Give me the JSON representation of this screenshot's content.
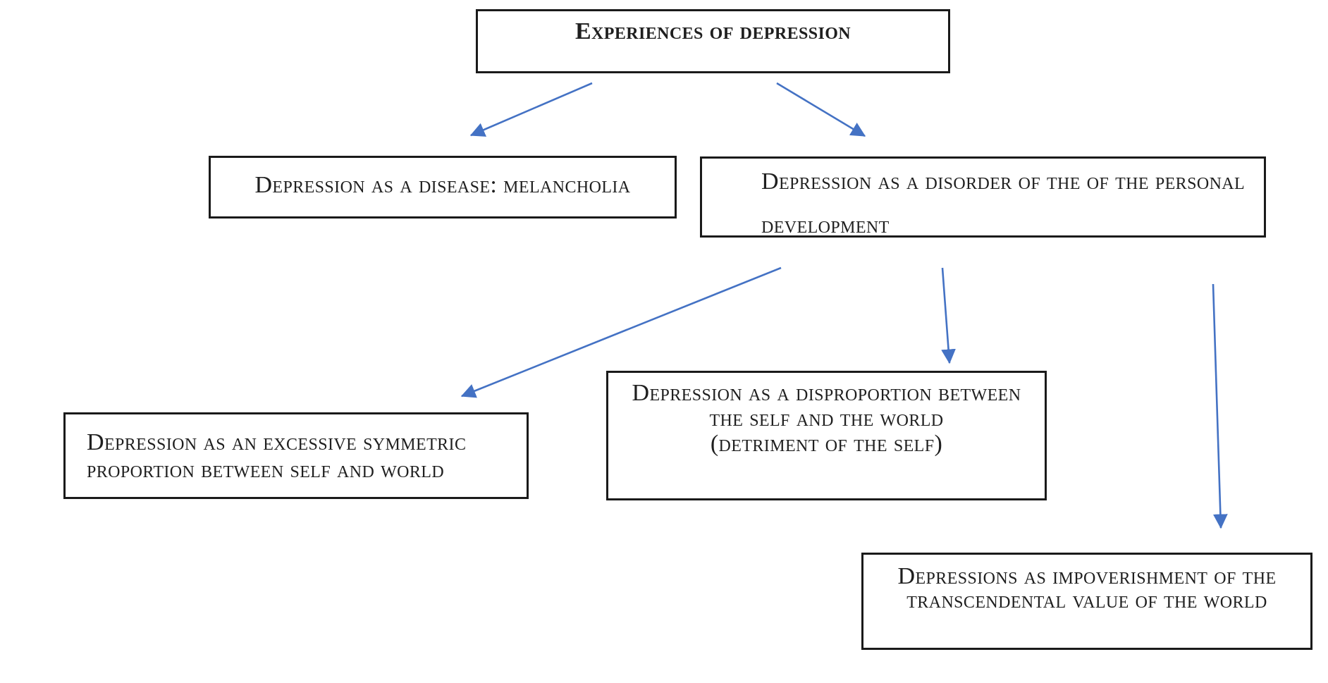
{
  "page": {
    "background": "#ffffff",
    "kind": "flow-diagram"
  },
  "colors": {
    "arrow_blue": "#4472C4",
    "box_border": "#1a1a1a",
    "text": "#1f1f1f",
    "background": "#ffffff"
  },
  "nodes": [
    {
      "id": "experiences",
      "lines": [
        "Experiences of depression"
      ]
    },
    {
      "id": "disease",
      "lines": [
        "Depression as a disease: melancholia"
      ]
    },
    {
      "id": "disorder",
      "lines": [
        "Depression as a disorder of the of the personal",
        "development"
      ]
    },
    {
      "id": "excessive",
      "lines": [
        "Depression as an excessive symmetric",
        "proportion between self and world"
      ]
    },
    {
      "id": "disproportion",
      "lines": [
        "Depression as a disproportion between",
        "the self and the world",
        "(detriment of the self)"
      ]
    },
    {
      "id": "impoverishment",
      "lines": [
        "Depressions as impoverishment of the",
        "transcendental value of the world"
      ]
    }
  ],
  "edges": [
    {
      "id": "experiences-to-disease",
      "from": "experiences",
      "to": "disease"
    },
    {
      "id": "experiences-to-disorder",
      "from": "experiences",
      "to": "disorder"
    },
    {
      "id": "disorder-to-excessive",
      "from": "disorder",
      "to": "excessive"
    },
    {
      "id": "disorder-to-disproportion",
      "from": "disorder",
      "to": "disproportion"
    },
    {
      "id": "disorder-to-impoverishment",
      "from": "disorder",
      "to": "impoverishment"
    }
  ]
}
